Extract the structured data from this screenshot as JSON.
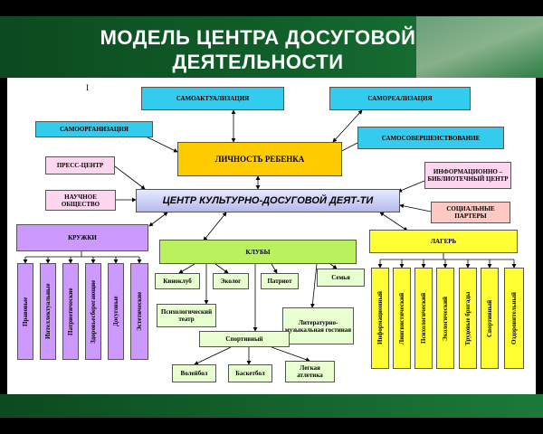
{
  "title_line1": "МОДЕЛЬ ЦЕНТРА ДОСУГОВОЙ",
  "title_line2": "ДЕЯТЕЛЬНОСТИ",
  "boxes": {
    "samoaktualizatsiya": "САМОАКТУАЛИЗАЦИЯ",
    "samorealizatsiya": "САМОРЕАЛИЗАЦИЯ",
    "samoorganizatsiya": "САМООРГАНИЗАЦИЯ",
    "samosovershenstvovanie": "САМОСОВЕРШЕНСТВОВАНИЕ",
    "lichnost": "ЛИЧНОСТЬ РЕБЕНКА",
    "press": "ПРЕСС-ЦЕНТР",
    "nauchnoe": "НАУЧНОЕ ОБЩЕСТВО",
    "info": "ИНФОРМАЦИОННО – БИБЛИОТЕЧНЫЙ ЦЕНТР",
    "center": "ЦЕНТР КУЛЬТУРНО-ДОСУГОВОЙ ДЕЯТ-ТИ",
    "partnery": "СОЦИАЛЬНЫЕ ПАРТЕРЫ",
    "kruzhki": "КРУЖКИ",
    "kluby": "КЛУБЫ",
    "lager": "ЛАГЕРЬ"
  },
  "kruzhki_items": [
    "Правовые",
    "Интеллектуальные",
    "Патриотические",
    "Здоровьесберегающие",
    "Досуговые",
    "Эстетические"
  ],
  "kluby_items": {
    "kinoklub": "Киноклуб",
    "ekolog": "Эколог",
    "patriot": "Патриот",
    "semya": "Семья",
    "psikh": "Психологический театр",
    "literat": "Литературно-музыкальная гостиная",
    "sport": "Спортивный",
    "voleybol": "Волейбол",
    "basketbol": "Баскетбол",
    "atletika": "Легкая атлетика"
  },
  "lager_items": [
    "Информационный",
    "Лингвистический",
    "Психологический",
    "Экологический",
    "Трудовые бригады",
    "Спортивный",
    "Оздоровительный"
  ],
  "corner_mark": "I",
  "colors": {
    "header": "#11602a",
    "cyan": "#33ccee",
    "violet": "#cc99ff",
    "green": "#b9f25c",
    "yellow": "#ffff33",
    "orange": "#ffcc00"
  }
}
